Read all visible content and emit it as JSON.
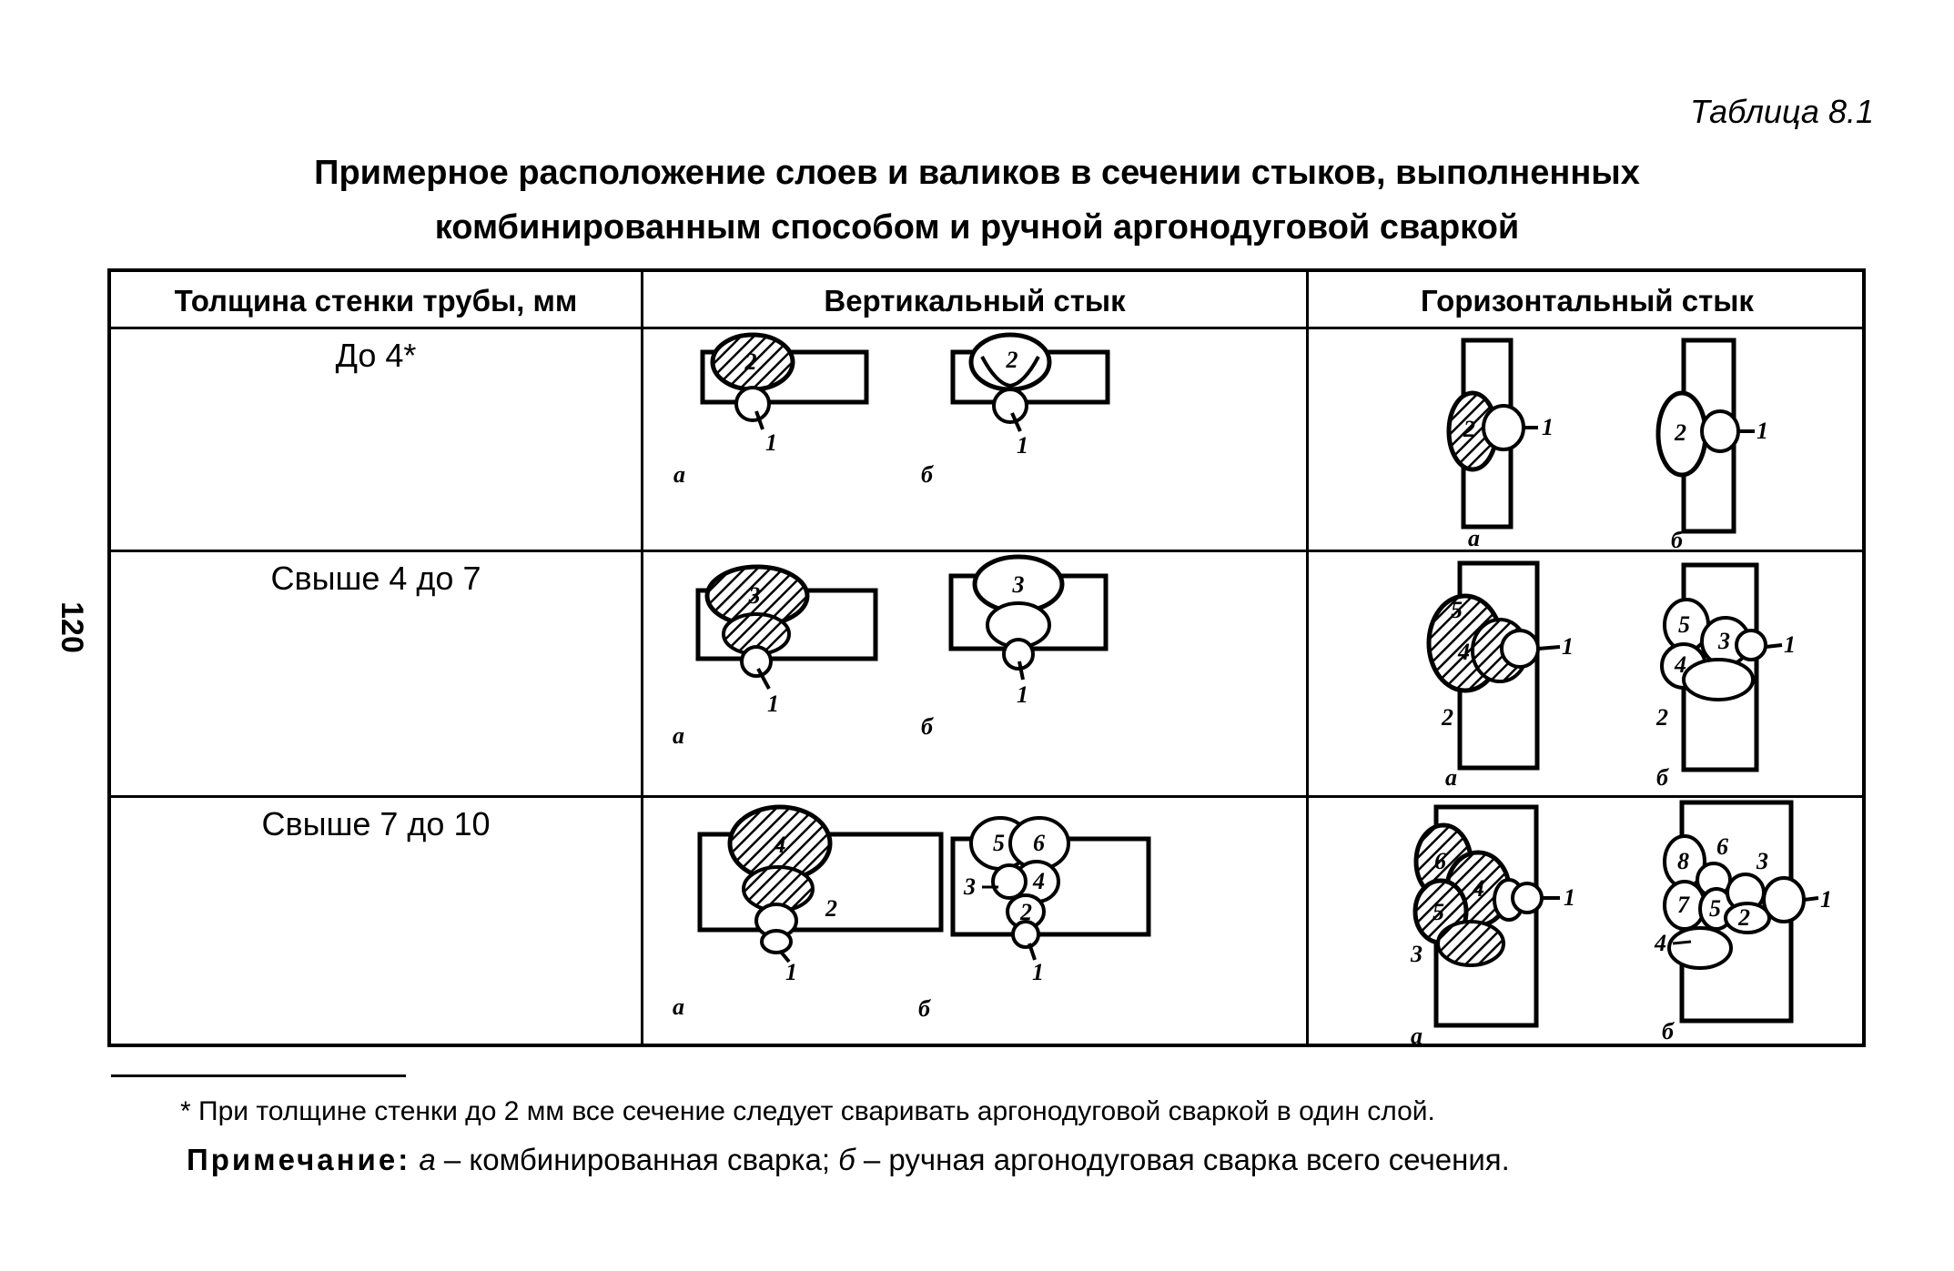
{
  "page_number": "120",
  "table_number": "Таблица 8.1",
  "title": {
    "line1": "Примерное расположение слоев и валиков в сечении стыков, выполненных",
    "line2": "комбинированным способом и ручной аргонодуговой сваркой"
  },
  "table": {
    "headers": [
      "Толщина стенки трубы, мм",
      "Вертикальный стык",
      "Горизонтальный стык"
    ],
    "rows": [
      {
        "thickness": "До 4*",
        "vertical": {
          "a_label": "а",
          "b_label": "б",
          "a_numbers": [
            "2",
            "1"
          ],
          "b_numbers": [
            "2",
            "1"
          ]
        },
        "horizontal": {
          "a_label": "а",
          "b_label": "б",
          "a_numbers": [
            "2",
            "1"
          ],
          "b_numbers": [
            "2",
            "1"
          ]
        }
      },
      {
        "thickness": "Свыше 4 до 7",
        "vertical": {
          "a_label": "а",
          "b_label": "б",
          "a_numbers": [
            "3",
            "1"
          ],
          "b_numbers": [
            "3",
            "1"
          ]
        },
        "horizontal": {
          "a_label": "а",
          "b_label": "б",
          "a_numbers": [
            "5",
            "4",
            "1",
            "2"
          ],
          "b_numbers": [
            "5",
            "3",
            "4",
            "1",
            "2"
          ]
        }
      },
      {
        "thickness": "Свыше 7 до 10",
        "vertical": {
          "a_label": "а",
          "b_label": "б",
          "a_numbers": [
            "4",
            "2",
            "1"
          ],
          "b_numbers": [
            "5",
            "6",
            "3",
            "4",
            "2",
            "1"
          ]
        },
        "horizontal": {
          "a_label": "а",
          "b_label": "б",
          "a_numbers": [
            "6",
            "4",
            "5",
            "1",
            "3"
          ],
          "b_numbers": [
            "6",
            "8",
            "7",
            "5",
            "2",
            "3",
            "4",
            "1"
          ]
        }
      }
    ]
  },
  "footnote": "* При толщине стенки до 2 мм все сечение следует сваривать аргонодуговой сваркой в один слой.",
  "note": {
    "label": "Примечание:",
    "a_letter": "а",
    "a_text": " – комбинированная сварка; ",
    "b_letter": "б",
    "b_text": " – ручная аргонодуговая сварка всего сечения."
  }
}
